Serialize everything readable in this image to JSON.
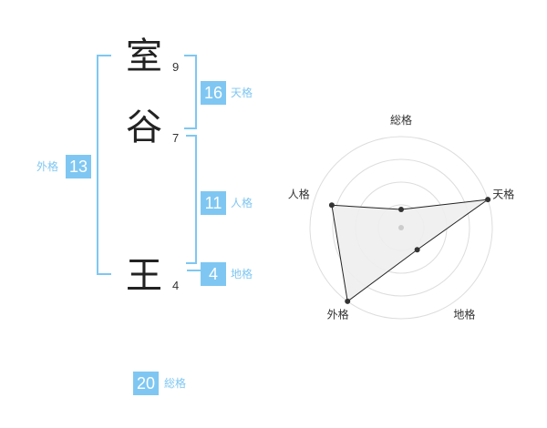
{
  "name": {
    "chars": [
      {
        "char": "室",
        "strokes": "9"
      },
      {
        "char": "谷",
        "strokes": "7"
      },
      {
        "char": "王",
        "strokes": "4"
      }
    ]
  },
  "fortunes": {
    "tenkaku": {
      "label": "天格",
      "value": "16"
    },
    "jinkaku": {
      "label": "人格",
      "value": "11"
    },
    "chikaku": {
      "label": "地格",
      "value": "4"
    },
    "gaikaku": {
      "label": "外格",
      "value": "13"
    },
    "soukaku": {
      "label": "総格",
      "value": "20"
    }
  },
  "colors": {
    "accent": "#7fc7f2"
  },
  "chart_data": {
    "type": "radar",
    "axes": [
      "総格",
      "天格",
      "地格",
      "外格",
      "人格"
    ],
    "values": [
      1,
      5,
      1.5,
      5,
      4
    ],
    "max": 5,
    "rings": 4
  }
}
